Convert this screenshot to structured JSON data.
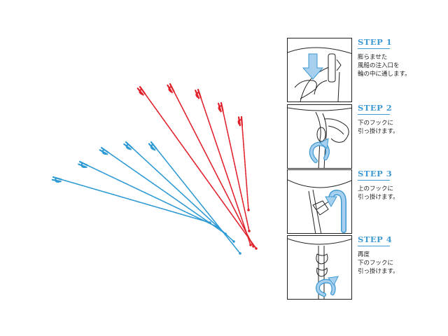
{
  "colors": {
    "red": "#e0202a",
    "blue": "#2e9ad4",
    "accent": "#3f9ad2",
    "ink": "#222222"
  },
  "steps": [
    {
      "title": "STEP 1",
      "text": "膨らませた\n風船の注入口を\n輪の中に通します。",
      "arrow": "down-arrow-icon"
    },
    {
      "title": "STEP 2",
      "text": "下のフックに\n引っ掛けます。",
      "arrow": "curl-arrow-icon"
    },
    {
      "title": "STEP 3",
      "text": "上のフックに\n引っ掛けます。",
      "arrow": "hook-arrow-icon"
    },
    {
      "title": "STEP 4",
      "text": "再度\n下のフックに\n引っ掛けます。",
      "arrow": "curl-arrow-icon"
    }
  ]
}
